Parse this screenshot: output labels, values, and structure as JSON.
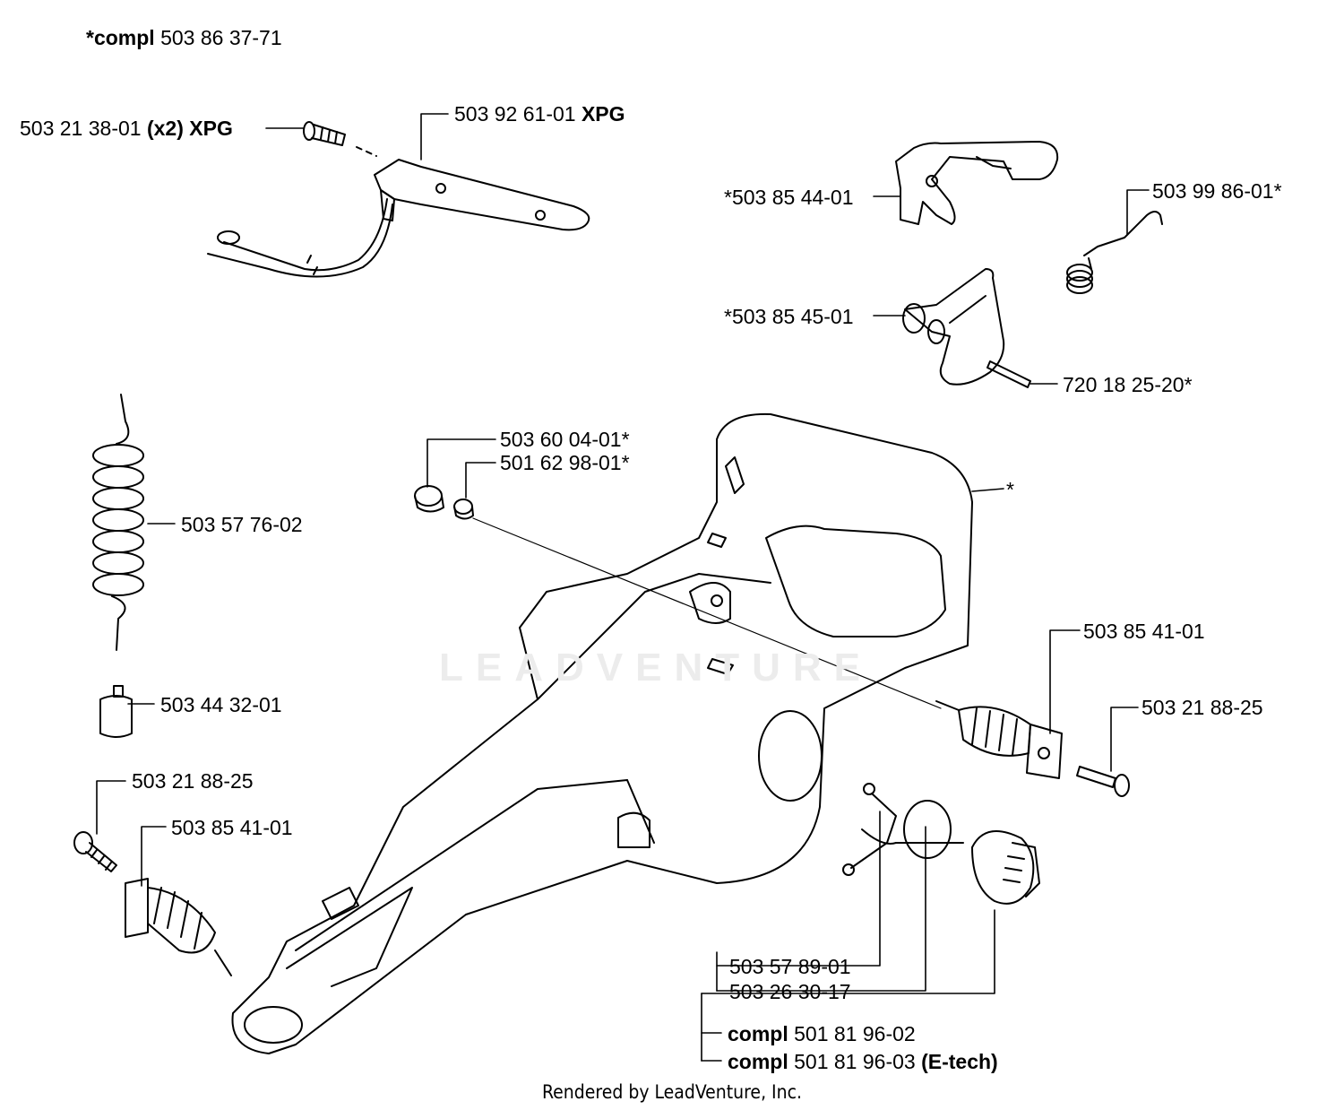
{
  "header": {
    "prefix": "*compl",
    "number": "503 86 37-71"
  },
  "labels": {
    "l_screw_xpg": {
      "number": "503 21 38-01",
      "bold": "(x2) XPG"
    },
    "l_bracket_xpg": {
      "number": "503 92 61-01",
      "bold": "XPG"
    },
    "l_throttle": {
      "number": "*503 85 44-01"
    },
    "l_spring_wire": {
      "number": "503 99 86-01*"
    },
    "l_lockout": {
      "number": "*503 85 45-01"
    },
    "l_pin": {
      "number": "720 18 25-20*"
    },
    "l_filter": {
      "number": "503 60 04-01*"
    },
    "l_seal": {
      "number": "501 62 98-01*"
    },
    "l_asterisk": {
      "number": "*"
    },
    "l_hose": {
      "number": "503 57 76-02"
    },
    "l_fuel_filter": {
      "number": "503 44 32-01"
    },
    "l_av_right": {
      "number": "503 85 41-01"
    },
    "l_bolt_right": {
      "number": "503 21 88-25"
    },
    "l_bolt_left": {
      "number": "503 21 88-25"
    },
    "l_av_left": {
      "number": "503 85 41-01"
    },
    "l_cap_clip": {
      "number": "503 57 89-01"
    },
    "l_oring": {
      "number": "503 26 30-17"
    },
    "l_compl_1": {
      "prefix": "compl",
      "number": "501 81 96-02"
    },
    "l_compl_2": {
      "prefix": "compl",
      "number": "501 81 96-03",
      "bold": "(E-tech)"
    }
  },
  "watermark": "LEADVENTURE",
  "footer": "Rendered by LeadVenture, Inc."
}
